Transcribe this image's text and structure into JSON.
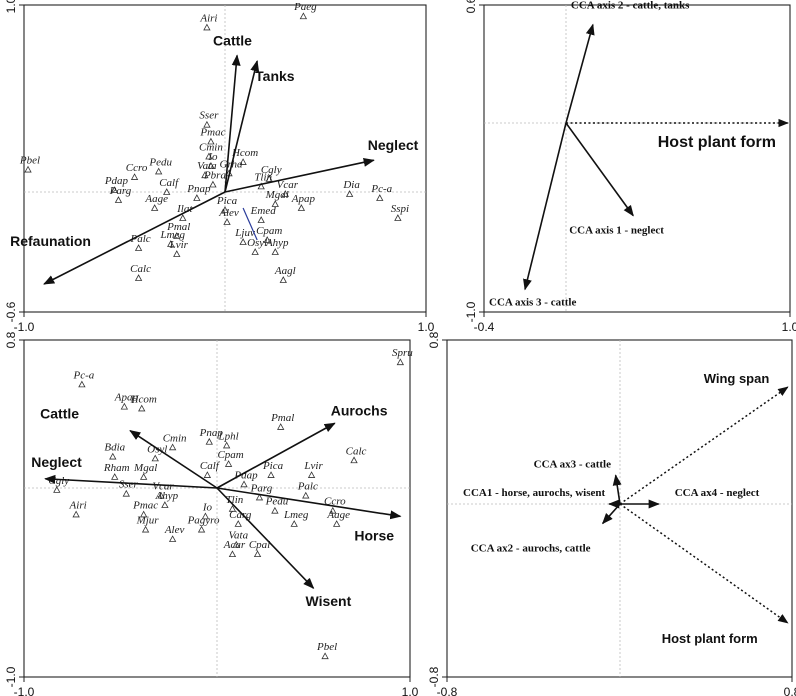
{
  "chart_data": [
    {
      "type": "scatter",
      "panel": "top-left",
      "xlim": [
        -1.0,
        1.0
      ],
      "ylim": [
        -0.6,
        1.0
      ],
      "x_tick_labels": [
        {
          "value": -1.0,
          "text": "-1.0"
        },
        {
          "value": 1.0,
          "text": "1.0"
        }
      ],
      "y_tick_labels": [
        {
          "value": 1.0,
          "text": "1.0"
        },
        {
          "value": -0.6,
          "text": "-0.6"
        }
      ],
      "label_style": "sans",
      "label_size": 14,
      "points": [
        {
          "label": "Airi",
          "x": -0.09,
          "y": 0.88
        },
        {
          "label": "Paeg",
          "x": 0.39,
          "y": 0.94
        },
        {
          "label": "Sser",
          "x": -0.09,
          "y": 0.36
        },
        {
          "label": "Pmac",
          "x": -0.07,
          "y": 0.27
        },
        {
          "label": "Cmin",
          "x": -0.08,
          "y": 0.19
        },
        {
          "label": "Hcom",
          "x": 0.09,
          "y": 0.16
        },
        {
          "label": "Pedu",
          "x": -0.33,
          "y": 0.11
        },
        {
          "label": "Pbel",
          "x": -0.98,
          "y": 0.12
        },
        {
          "label": "Ccro",
          "x": -0.45,
          "y": 0.08
        },
        {
          "label": "Io",
          "x": -0.07,
          "y": 0.14
        },
        {
          "label": "Vata",
          "x": -0.1,
          "y": 0.09
        },
        {
          "label": "Grha",
          "x": 0.02,
          "y": 0.1
        },
        {
          "label": "Cgly",
          "x": 0.22,
          "y": 0.07
        },
        {
          "label": "Pbra",
          "x": -0.06,
          "y": 0.04
        },
        {
          "label": "Pdap",
          "x": -0.55,
          "y": 0.01
        },
        {
          "label": "Calf",
          "x": -0.29,
          "y": 0.0
        },
        {
          "label": "Tlin",
          "x": 0.18,
          "y": 0.03
        },
        {
          "label": "Vcar",
          "x": 0.3,
          "y": -0.01
        },
        {
          "label": "Dia",
          "x": 0.62,
          "y": -0.01
        },
        {
          "label": "Parg",
          "x": -0.53,
          "y": -0.04
        },
        {
          "label": "Pnap",
          "x": -0.14,
          "y": -0.03
        },
        {
          "label": "Aage",
          "x": -0.35,
          "y": -0.08
        },
        {
          "label": "Pc-a",
          "x": 0.77,
          "y": -0.03
        },
        {
          "label": "Mgal",
          "x": 0.25,
          "y": -0.06
        },
        {
          "label": "Apap",
          "x": 0.38,
          "y": -0.08
        },
        {
          "label": "Pica",
          "x": 0.0,
          "y": -0.09
        },
        {
          "label": "Sspi",
          "x": 0.86,
          "y": -0.13
        },
        {
          "label": "Ilat",
          "x": -0.21,
          "y": -0.13
        },
        {
          "label": "Alev",
          "x": 0.01,
          "y": -0.15
        },
        {
          "label": "Emed",
          "x": 0.18,
          "y": -0.14
        },
        {
          "label": "Pmal",
          "x": -0.24,
          "y": -0.22
        },
        {
          "label": "Lmeg",
          "x": -0.27,
          "y": -0.26
        },
        {
          "label": "Ljuv",
          "x": 0.09,
          "y": -0.25
        },
        {
          "label": "Cpam",
          "x": 0.21,
          "y": -0.24
        },
        {
          "label": "Palc",
          "x": -0.43,
          "y": -0.28
        },
        {
          "label": "Lvir",
          "x": -0.24,
          "y": -0.31
        },
        {
          "label": "Osyl",
          "x": 0.15,
          "y": -0.3
        },
        {
          "label": "Ahyp",
          "x": 0.25,
          "y": -0.3
        },
        {
          "label": "Calc",
          "x": -0.43,
          "y": -0.43
        },
        {
          "label": "Aagl",
          "x": 0.29,
          "y": -0.44
        }
      ],
      "vectors": [
        {
          "label": "Cattle",
          "x": 0.06,
          "y": 0.73,
          "style": "solid"
        },
        {
          "label": "Tanks",
          "x": 0.16,
          "y": 0.7,
          "style": "solid"
        },
        {
          "label": "Neglect",
          "x": 0.74,
          "y": 0.17,
          "style": "solid"
        },
        {
          "label": "Refaunation",
          "x": -0.9,
          "y": -0.46,
          "style": "solid"
        }
      ],
      "extra_segment": {
        "from": [
          0.09,
          -0.08
        ],
        "to": [
          0.16,
          -0.24
        ],
        "color": "#2a3c9a"
      }
    },
    {
      "type": "scatter",
      "panel": "top-right",
      "xlim": [
        -0.4,
        1.0
      ],
      "ylim": [
        -1.0,
        0.6
      ],
      "x_tick_labels": [
        {
          "value": -0.4,
          "text": "-0.4"
        },
        {
          "value": 1.0,
          "text": "1.0"
        }
      ],
      "y_tick_labels": [
        {
          "value": 0.6,
          "text": "0.6"
        },
        {
          "value": -1.0,
          "text": "-1.0"
        }
      ],
      "label_style": "serif",
      "label_size": 11,
      "points": [],
      "vectors": [
        {
          "label": "CCA axis 2 - cattle, tanks",
          "x": 0.12,
          "y": 0.5,
          "style": "solid"
        },
        {
          "label": "Host plant form",
          "x": 0.99,
          "y": 0.0,
          "style": "dotted"
        },
        {
          "label": "CCA axis 1 - neglect",
          "x": 0.3,
          "y": -0.49,
          "style": "solid"
        },
        {
          "label": "CCA axis 3 - cattle",
          "x": -0.2,
          "y": -0.88,
          "style": "solid"
        }
      ]
    },
    {
      "type": "scatter",
      "panel": "bottom-left",
      "xlim": [
        -1.0,
        1.0
      ],
      "ylim": [
        -1.0,
        0.8
      ],
      "x_tick_labels": [
        {
          "value": -1.0,
          "text": "-1.0"
        },
        {
          "value": 1.0,
          "text": "1.0"
        }
      ],
      "y_tick_labels": [
        {
          "value": 0.8,
          "text": "0.8"
        },
        {
          "value": -1.0,
          "text": "-1.0"
        }
      ],
      "label_style": "sans",
      "label_size": 14,
      "points": [
        {
          "label": "Spru",
          "x": 0.95,
          "y": 0.68
        },
        {
          "label": "Pc-a",
          "x": -0.7,
          "y": 0.56
        },
        {
          "label": "Apap",
          "x": -0.48,
          "y": 0.44
        },
        {
          "label": "Hcom",
          "x": -0.39,
          "y": 0.43
        },
        {
          "label": "Pmal",
          "x": 0.33,
          "y": 0.33
        },
        {
          "label": "Pnap",
          "x": -0.04,
          "y": 0.25
        },
        {
          "label": "Cmin",
          "x": -0.23,
          "y": 0.22
        },
        {
          "label": "Lphl",
          "x": 0.05,
          "y": 0.23
        },
        {
          "label": "Bdia",
          "x": -0.54,
          "y": 0.17
        },
        {
          "label": "Osyl",
          "x": -0.32,
          "y": 0.16
        },
        {
          "label": "Cpam",
          "x": 0.06,
          "y": 0.13
        },
        {
          "label": "Calc",
          "x": 0.71,
          "y": 0.15
        },
        {
          "label": "Rham",
          "x": -0.53,
          "y": 0.06
        },
        {
          "label": "Mgal",
          "x": -0.38,
          "y": 0.06
        },
        {
          "label": "Calf",
          "x": -0.05,
          "y": 0.07
        },
        {
          "label": "Pica",
          "x": 0.28,
          "y": 0.07
        },
        {
          "label": "Lvir",
          "x": 0.49,
          "y": 0.07
        },
        {
          "label": "Pdap",
          "x": 0.14,
          "y": 0.02
        },
        {
          "label": "Cgly",
          "x": -0.83,
          "y": -0.01
        },
        {
          "label": "Sser",
          "x": -0.47,
          "y": -0.03
        },
        {
          "label": "Vcar",
          "x": -0.29,
          "y": -0.04
        },
        {
          "label": "Parg",
          "x": 0.22,
          "y": -0.05
        },
        {
          "label": "Palc",
          "x": 0.46,
          "y": -0.04
        },
        {
          "label": "Ahyp",
          "x": -0.27,
          "y": -0.09
        },
        {
          "label": "Tlin",
          "x": 0.08,
          "y": -0.11
        },
        {
          "label": "Pedu",
          "x": 0.3,
          "y": -0.12
        },
        {
          "label": "Ccro",
          "x": 0.6,
          "y": -0.12
        },
        {
          "label": "Airi",
          "x": -0.73,
          "y": -0.14
        },
        {
          "label": "Pmac",
          "x": -0.38,
          "y": -0.14
        },
        {
          "label": "Io",
          "x": -0.06,
          "y": -0.15
        },
        {
          "label": "Carg",
          "x": 0.11,
          "y": -0.19
        },
        {
          "label": "Lmeg",
          "x": 0.4,
          "y": -0.19
        },
        {
          "label": "Aage",
          "x": 0.62,
          "y": -0.19
        },
        {
          "label": "Mjur",
          "x": -0.37,
          "y": -0.22
        },
        {
          "label": "Pagyro",
          "x": -0.08,
          "y": -0.22
        },
        {
          "label": "Alev",
          "x": -0.23,
          "y": -0.27
        },
        {
          "label": "Vata",
          "x": 0.1,
          "y": -0.3
        },
        {
          "label": "Acar",
          "x": 0.08,
          "y": -0.35
        },
        {
          "label": "Cpal",
          "x": 0.21,
          "y": -0.35
        },
        {
          "label": "Pbel",
          "x": 0.56,
          "y": -0.89
        }
      ],
      "vectors": [
        {
          "label": "Aurochs",
          "x": 0.61,
          "y": 0.35,
          "style": "solid"
        },
        {
          "label": "Cattle",
          "x": -0.45,
          "y": 0.31,
          "style": "solid"
        },
        {
          "label": "Neglect",
          "x": -0.89,
          "y": 0.05,
          "style": "solid"
        },
        {
          "label": "Horse",
          "x": 0.95,
          "y": -0.15,
          "style": "solid"
        },
        {
          "label": "Wisent",
          "x": 0.5,
          "y": -0.53,
          "style": "solid"
        }
      ]
    },
    {
      "type": "scatter",
      "panel": "bottom-right",
      "xlim": [
        -0.8,
        0.8
      ],
      "ylim": [
        -0.8,
        0.8
      ],
      "x_tick_labels": [
        {
          "value": -0.8,
          "text": "-0.8"
        },
        {
          "value": 0.8,
          "text": "0.8"
        }
      ],
      "y_tick_labels": [
        {
          "value": 0.8,
          "text": "0.8"
        },
        {
          "value": -0.8,
          "text": "-0.8"
        }
      ],
      "label_style": "serif",
      "label_size": 11,
      "points": [],
      "vectors": [
        {
          "label": "Wing span",
          "x": 0.78,
          "y": 0.57,
          "style": "dotted"
        },
        {
          "label": "CCA ax3 - cattle",
          "x": -0.02,
          "y": 0.14,
          "style": "solid"
        },
        {
          "label": "CCA1 - horse, aurochs, wisent",
          "x": -0.05,
          "y": 0.0,
          "style": "solid"
        },
        {
          "label": "CCA ax4 - neglect",
          "x": 0.18,
          "y": 0.0,
          "style": "solid"
        },
        {
          "label": "CCA ax2 - aurochs, cattle",
          "x": -0.08,
          "y": -0.09,
          "style": "solid"
        },
        {
          "label": "Host plant form",
          "x": 0.78,
          "y": -0.55,
          "style": "dotted"
        }
      ]
    }
  ]
}
